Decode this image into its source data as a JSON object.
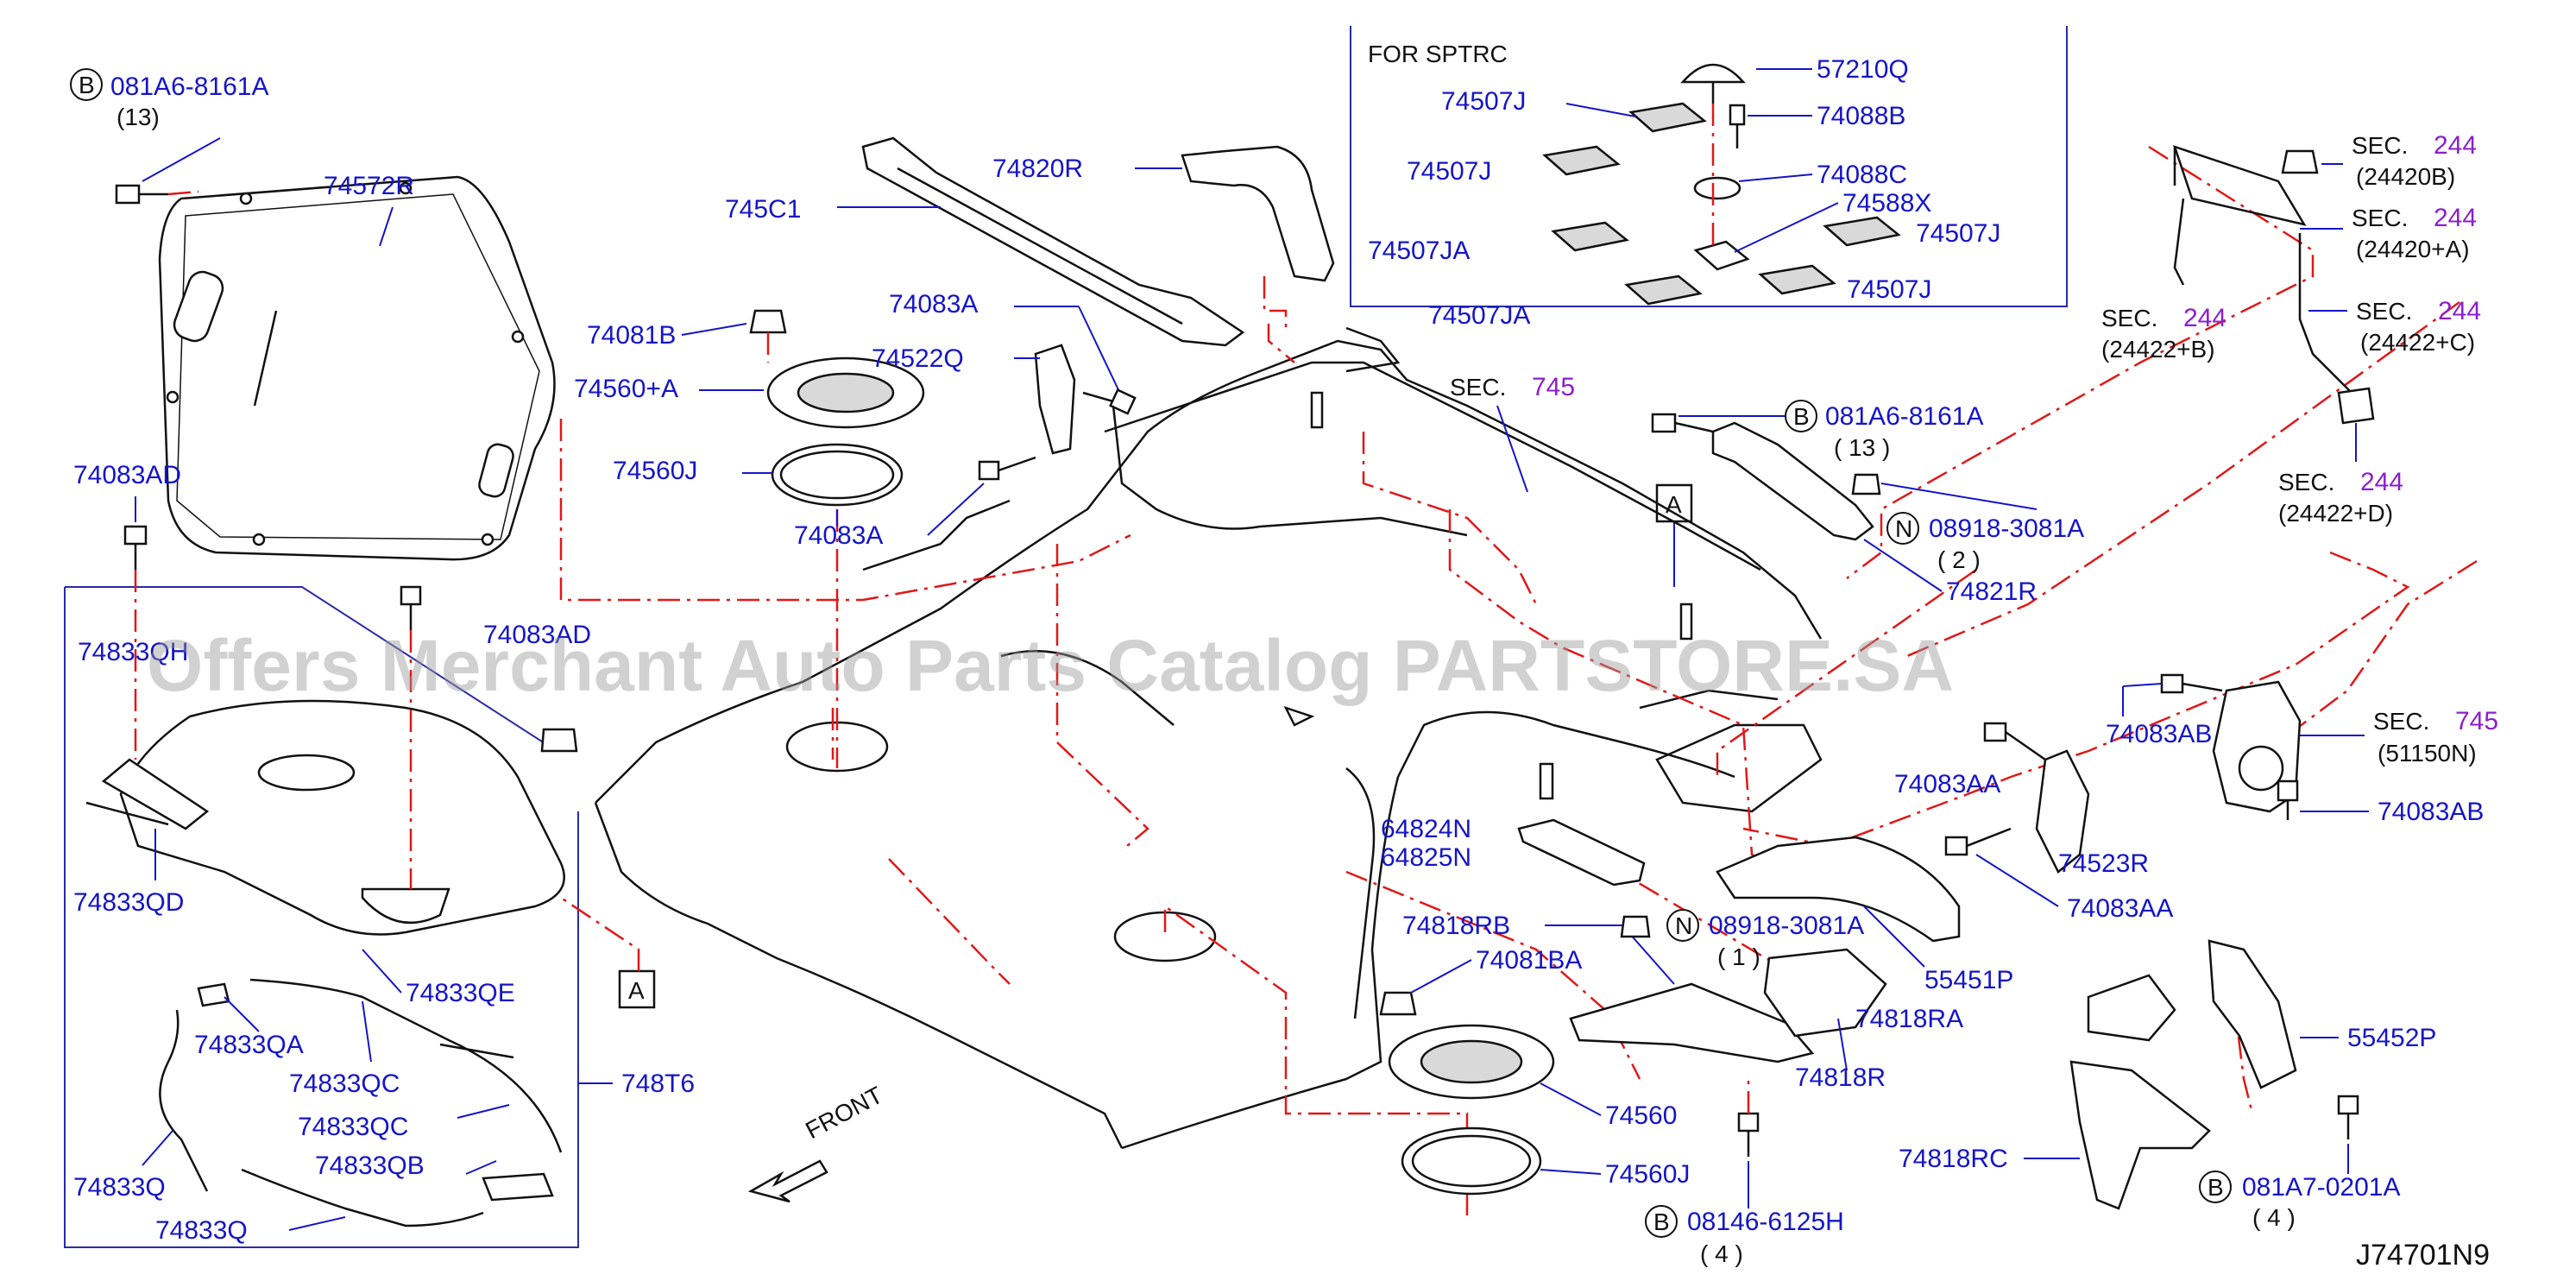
{
  "watermark": "Offers Merchant Auto Parts Catalog PARTSTORE.SA",
  "drawing_id": "J74701N9",
  "front_label": "FRONT",
  "sptrc": {
    "title": "FOR  SPTRC",
    "labels": [
      "57210Q",
      "74507J",
      "74088B",
      "74507J",
      "74088C",
      "74588X",
      "74507JA",
      "74507J",
      "74507JA",
      "74507J"
    ]
  },
  "callout_A": "A",
  "part_labels": {
    "p081A6_8161A_top": "081A6-8161A",
    "qty13_top": "(13)",
    "p74572R": "74572R",
    "p74083AD_left": "74083AD",
    "p74833QH": "74833QH",
    "p74083AD_mid": "74083AD",
    "p74833QD": "74833QD",
    "p74833QE": "74833QE",
    "p74833QA": "74833QA",
    "p74833QC_1": "74833QC",
    "p74833QC_2": "74833QC",
    "p74833Q_1": "74833Q",
    "p74833QB": "74833QB",
    "p74833Q_2": "74833Q",
    "p748T6": "748T6",
    "p74081B": "74081B",
    "p74560A": "74560+A",
    "p74560J_top": "74560J",
    "p74083A_1": "74083A",
    "p74522Q": "74522Q",
    "p74083A_2": "74083A",
    "p745C1": "745C1",
    "p74820R": "74820R",
    "p081A6_8161A_mid": "081A6-8161A",
    "qty13_mid": "( 13 )",
    "p08918_3081A_1": "08918-3081A",
    "qty2": "( 2 )",
    "p74821R": "74821R",
    "p74083AB_1": "74083AB",
    "p74083AA_1": "74083AA",
    "p74523R": "74523R",
    "p74083AA_2": "74083AA",
    "p74083AB_2": "74083AB",
    "p64824N": "64824N",
    "p64825N": "64825N",
    "p74818RB": "74818RB",
    "p08918_3081A_2": "08918-3081A",
    "qty1": "( 1 )",
    "p55451P": "55451P",
    "p74081BA": "74081BA",
    "p74818RA": "74818RA",
    "p74818R": "74818R",
    "p74560": "74560",
    "p74560J_bot": "74560J",
    "p08146_6125H": "08146-6125H",
    "qty4_1": "( 4 )",
    "p55452P": "55452P",
    "p74818RC": "74818RC",
    "p081A7_0201A": "081A7-0201A",
    "qty4_2": "( 4 )"
  },
  "sec_refs": {
    "sec745_top": {
      "prefix": "SEC.",
      "num": "745"
    },
    "sec244_a": {
      "prefix": "SEC.",
      "num": "244",
      "sub": "(24420B)"
    },
    "sec244_b": {
      "prefix": "SEC.",
      "num": "244",
      "sub": "(24420+A)"
    },
    "sec244_c": {
      "prefix": "SEC.",
      "num": "244",
      "sub": "(24422+B)"
    },
    "sec244_d": {
      "prefix": "SEC.",
      "num": "244",
      "sub": "(24422+C)"
    },
    "sec244_e": {
      "prefix": "SEC.",
      "num": "244",
      "sub": "(24422+D)"
    },
    "sec745_right": {
      "prefix": "SEC.",
      "num": "745",
      "sub": "(51150N)"
    }
  },
  "badges": {
    "B": "B",
    "N": "N"
  },
  "colors": {
    "label": "#1515c8",
    "section_number": "#8a1fd0",
    "center_line": "#e01818",
    "outline": "#111111"
  }
}
